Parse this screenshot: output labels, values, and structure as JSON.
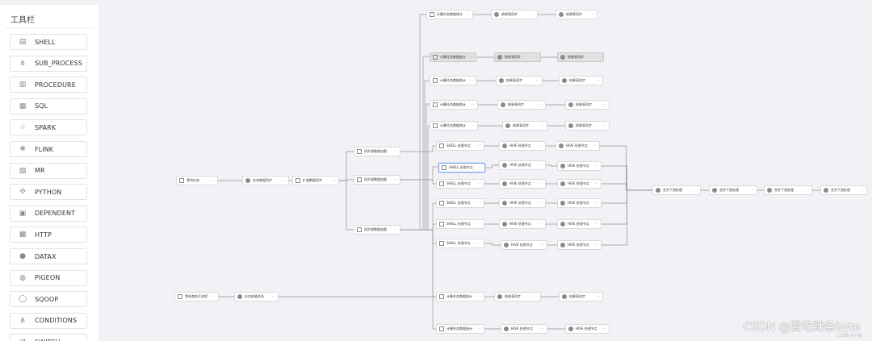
{
  "toolbar": {
    "title": "工具栏",
    "items": [
      {
        "label": "SHELL",
        "icon": "shell-icon",
        "glyph": "▤"
      },
      {
        "label": "SUB_PROCESS",
        "icon": "sub-process-icon",
        "glyph": "⋔"
      },
      {
        "label": "PROCEDURE",
        "icon": "procedure-icon",
        "glyph": "▥"
      },
      {
        "label": "SQL",
        "icon": "sql-icon",
        "glyph": "▦"
      },
      {
        "label": "SPARK",
        "icon": "spark-icon",
        "glyph": "☆"
      },
      {
        "label": "FLINK",
        "icon": "flink-icon",
        "glyph": "❀"
      },
      {
        "label": "MR",
        "icon": "mr-icon",
        "glyph": "▧"
      },
      {
        "label": "PYTHON",
        "icon": "python-icon",
        "glyph": "✣"
      },
      {
        "label": "DEPENDENT",
        "icon": "dependent-icon",
        "glyph": "▣"
      },
      {
        "label": "HTTP",
        "icon": "http-icon",
        "glyph": "▩"
      },
      {
        "label": "DATAX",
        "icon": "datax-icon",
        "glyph": "●"
      },
      {
        "label": "PIGEON",
        "icon": "pigeon-icon",
        "glyph": "◍"
      },
      {
        "label": "SQOOP",
        "icon": "sqoop-icon",
        "glyph": "◯"
      },
      {
        "label": "CONDITIONS",
        "icon": "conditions-icon",
        "glyph": "⋔"
      },
      {
        "label": "SWITCH",
        "icon": "switch-icon",
        "glyph": "⇄"
      }
    ]
  },
  "workflow": {
    "nodes": [
      {
        "id": "n_start",
        "label": "等待任务",
        "state": "normal",
        "icon": "square"
      },
      {
        "id": "n_a1",
        "label": "任务数据同步",
        "state": "normal",
        "icon": "round"
      },
      {
        "id": "n_a2",
        "label": "扩展数据同步",
        "state": "normal",
        "icon": "square"
      },
      {
        "id": "n_h1",
        "label": "同步源数据加载",
        "state": "normal",
        "icon": "square"
      },
      {
        "id": "n_h2",
        "label": "同步源数据加载",
        "state": "normal",
        "icon": "square"
      },
      {
        "id": "n_h3",
        "label": "同步源数据加载",
        "state": "normal",
        "icon": "square"
      },
      {
        "id": "t1a",
        "label": "计算任务数据统计",
        "state": "normal",
        "icon": "square"
      },
      {
        "id": "t1b",
        "label": "结果表同步",
        "state": "normal",
        "icon": "round"
      },
      {
        "id": "t1c",
        "label": "结果表同步",
        "state": "normal",
        "icon": "round"
      },
      {
        "id": "t2a",
        "label": "计算任务数据统计",
        "state": "selected",
        "icon": "square"
      },
      {
        "id": "t2b",
        "label": "结果表同步",
        "state": "selected",
        "icon": "round"
      },
      {
        "id": "t2c",
        "label": "结果表同步",
        "state": "selected",
        "icon": "round"
      },
      {
        "id": "t3a",
        "label": "计算任务数据统计",
        "state": "normal",
        "icon": "square"
      },
      {
        "id": "t3b",
        "label": "结果表同步",
        "state": "normal",
        "icon": "round"
      },
      {
        "id": "t3c",
        "label": "结果表同步",
        "state": "normal",
        "icon": "round"
      },
      {
        "id": "t4a",
        "label": "计算任务数据统计",
        "state": "normal",
        "icon": "square"
      },
      {
        "id": "t4b",
        "label": "结果表同步",
        "state": "normal",
        "icon": "round"
      },
      {
        "id": "t4c",
        "label": "结果表同步",
        "state": "normal",
        "icon": "round"
      },
      {
        "id": "t5a",
        "label": "计算任务数据统计",
        "state": "normal",
        "icon": "square"
      },
      {
        "id": "t5b",
        "label": "结果表同步",
        "state": "normal",
        "icon": "round"
      },
      {
        "id": "t5c",
        "label": "结果表同步",
        "state": "normal",
        "icon": "round"
      },
      {
        "id": "r1a",
        "label": "SHELL 处理节点",
        "state": "normal",
        "icon": "square"
      },
      {
        "id": "r1b",
        "label": "HIVE 处理节点",
        "state": "normal",
        "icon": "round"
      },
      {
        "id": "r1c",
        "label": "HIVE 处理节点",
        "state": "normal",
        "icon": "round"
      },
      {
        "id": "r2a",
        "label": "SHELL 处理节点",
        "state": "active",
        "icon": "square"
      },
      {
        "id": "r2b",
        "label": "HIVE 处理节点",
        "state": "normal",
        "icon": "round"
      },
      {
        "id": "r2c",
        "label": "HIVE 处理节点",
        "state": "normal",
        "icon": "round"
      },
      {
        "id": "r3a",
        "label": "SHELL 处理节点",
        "state": "normal",
        "icon": "square"
      },
      {
        "id": "r3b",
        "label": "HIVE 处理节点",
        "state": "normal",
        "icon": "round"
      },
      {
        "id": "r3c",
        "label": "HIVE 处理节点",
        "state": "normal",
        "icon": "round"
      },
      {
        "id": "r4a",
        "label": "SHELL 处理节点",
        "state": "normal",
        "icon": "square"
      },
      {
        "id": "r4b",
        "label": "HIVE 处理节点",
        "state": "normal",
        "icon": "round"
      },
      {
        "id": "r4c",
        "label": "HIVE 处理节点",
        "state": "normal",
        "icon": "round"
      },
      {
        "id": "r5a",
        "label": "SHELL 处理节点",
        "state": "normal",
        "icon": "square"
      },
      {
        "id": "r5b",
        "label": "HIVE 处理节点",
        "state": "normal",
        "icon": "round"
      },
      {
        "id": "r5c",
        "label": "HIVE 处理节点",
        "state": "normal",
        "icon": "round"
      },
      {
        "id": "r6a",
        "label": "SHELL 处理节点",
        "state": "normal",
        "icon": "square"
      },
      {
        "id": "r6b",
        "label": "HIVE 处理节点",
        "state": "normal",
        "icon": "round"
      },
      {
        "id": "r6c",
        "label": "HIVE 处理节点",
        "state": "normal",
        "icon": "round"
      },
      {
        "id": "m1",
        "label": "合并下游处理",
        "state": "normal",
        "icon": "round"
      },
      {
        "id": "m2",
        "label": "合并下游处理",
        "state": "normal",
        "icon": "round"
      },
      {
        "id": "m3",
        "label": "合并下游处理",
        "state": "normal",
        "icon": "round"
      },
      {
        "id": "m4",
        "label": "合并下游处理",
        "state": "normal",
        "icon": "round"
      },
      {
        "id": "b1",
        "label": "等待其他子流程",
        "state": "normal",
        "icon": "square"
      },
      {
        "id": "b2",
        "label": "任务依赖关系",
        "state": "normal",
        "icon": "round"
      },
      {
        "id": "l1a",
        "label": "计算任务数据统计",
        "state": "normal",
        "icon": "square"
      },
      {
        "id": "l1b",
        "label": "结果表同步",
        "state": "normal",
        "icon": "round"
      },
      {
        "id": "l1c",
        "label": "结果表同步",
        "state": "normal",
        "icon": "round"
      },
      {
        "id": "l2a",
        "label": "计算任务数据统计",
        "state": "normal",
        "icon": "square"
      },
      {
        "id": "l2b",
        "label": "HIVE 处理节点",
        "state": "normal",
        "icon": "round"
      },
      {
        "id": "l2c",
        "label": "HIVE 处理节点",
        "state": "normal",
        "icon": "round"
      }
    ],
    "node_more_glyph": "⋯"
  },
  "watermark": {
    "text": "CSDN @爱吃辣条byte",
    "small": "CSDN 孙行者"
  }
}
